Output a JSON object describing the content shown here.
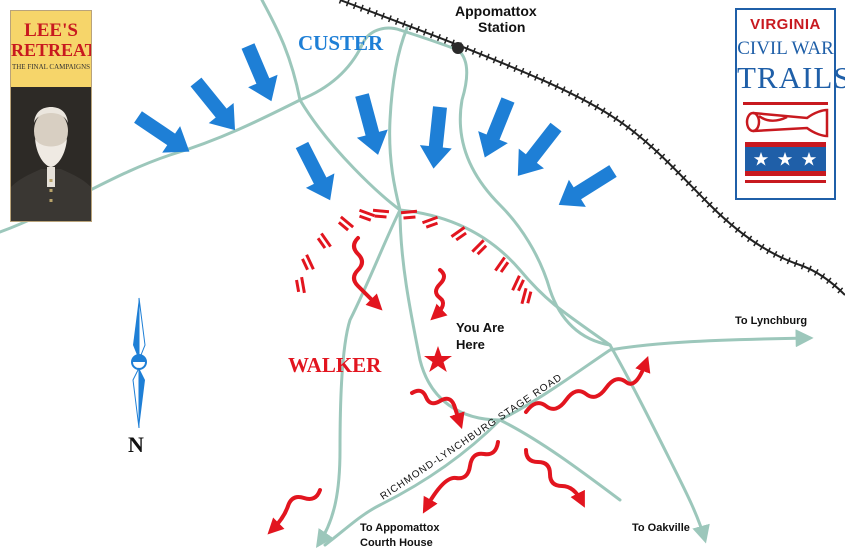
{
  "labels": {
    "custer": "CUSTER",
    "walker": "WALKER",
    "station_line1": "Appomattox",
    "station_line2": "Station",
    "you_are_here_line1": "You Are",
    "you_are_here_line2": "Here",
    "to_lynchburg": "To Lynchburg",
    "to_oakville": "To Oakville",
    "to_courthouse_line1": "To Appomattox",
    "to_courthouse_line2": "Courth House",
    "stage_road": "RICHMOND-LYNCHBURG STAGE ROAD",
    "north": "N"
  },
  "inset": {
    "title_top": "LEE'S",
    "title_bottom": "RETREAT",
    "subtitle": "THE FINAL CAMPAIGNS"
  },
  "logo": {
    "virginia": "VIRGINIA",
    "civil_war": "CIVIL WAR",
    "trails": "TRAILS"
  },
  "colors": {
    "road": "#9cc7bb",
    "union_blue": "#1e7fd6",
    "confederate_red": "#e2151f",
    "railroad": "#222222"
  },
  "icons": {
    "star": "you-are-here-star",
    "station": "station-dot",
    "north_arrow": "compass-north-icon"
  }
}
